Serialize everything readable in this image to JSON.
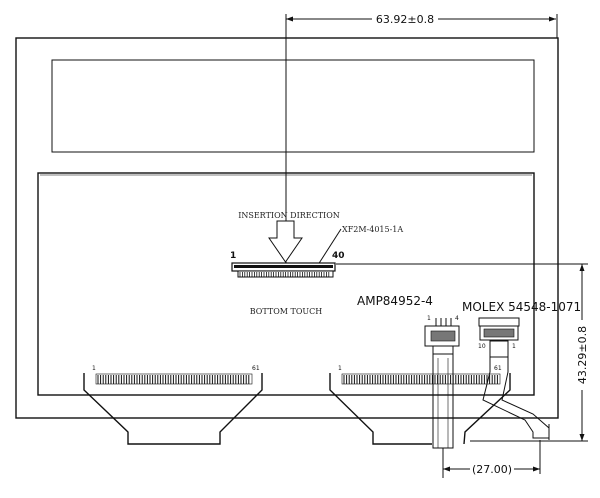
{
  "dimensions": {
    "width_label": "63.92±0.8",
    "height_label": "43.29±0.8",
    "spacing_label": "(27.00)"
  },
  "labels": {
    "insertion_direction": "INSERTION DIRECTION",
    "fpc_connector": "XF2M-4015-1A",
    "pin_start": "1",
    "pin_end": "40",
    "bottom_touch": "BOTTOM TOUCH",
    "amp_connector": "AMP84952-4",
    "molex_connector": "MOLEX 54548-1071",
    "left_tail_pin_start": "1",
    "left_tail_pin_end": "61",
    "right_tail_pin_start": "1",
    "right_tail_pin_end": "61",
    "amp_pin_start": "1",
    "amp_pin_end": "4",
    "molex_pin_start": "10",
    "molex_pin_end": "1"
  },
  "colors": {
    "line": "#111111",
    "background": "#ffffff"
  }
}
